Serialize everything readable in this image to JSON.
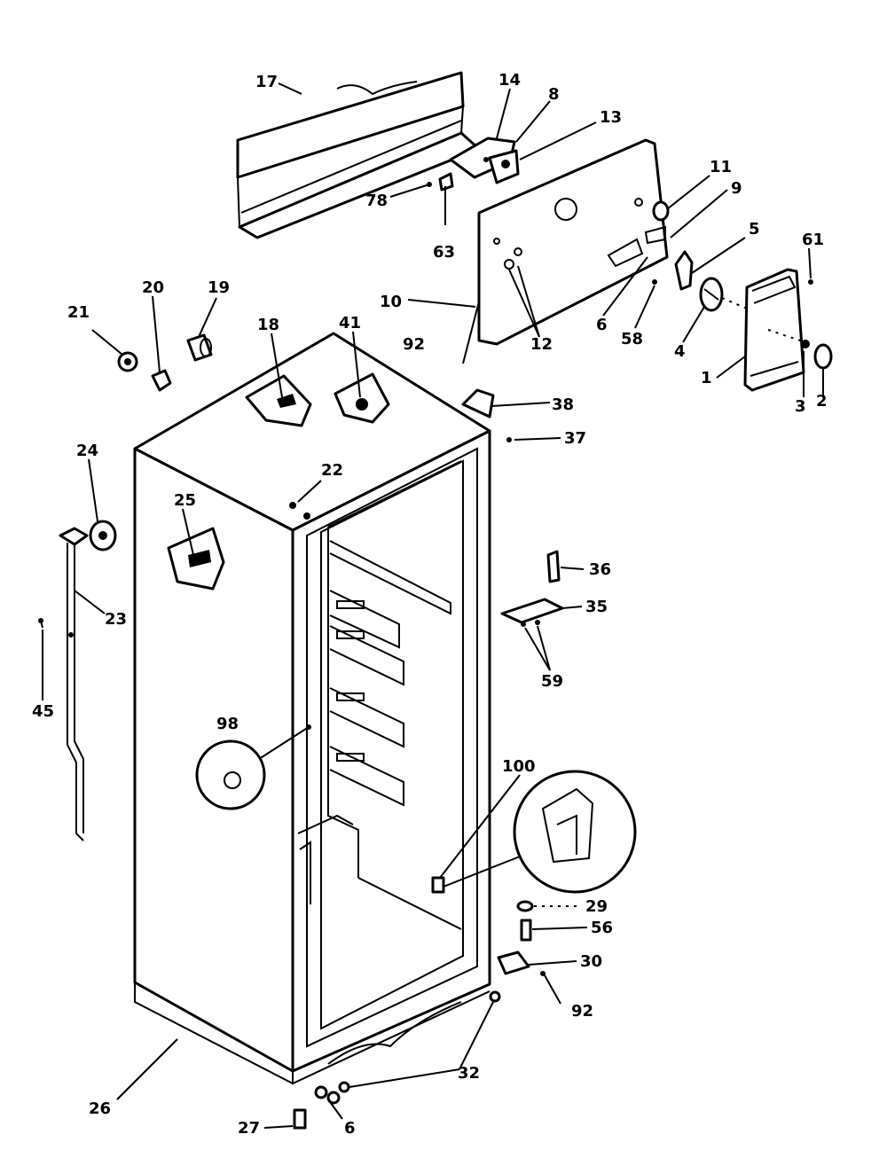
{
  "callouts": {
    "c1": "1",
    "c2": "2",
    "c3": "3",
    "c4": "4",
    "c5": "5",
    "c6a": "6",
    "c6b": "6",
    "c8": "8",
    "c9": "9",
    "c10": "10",
    "c11": "11",
    "c12": "12",
    "c13": "13",
    "c14": "14",
    "c17": "17",
    "c18": "18",
    "c19": "19",
    "c20": "20",
    "c21": "21",
    "c22": "22",
    "c23": "23",
    "c24": "24",
    "c25": "25",
    "c26": "26",
    "c27": "27",
    "c29": "29",
    "c30": "30",
    "c32": "32",
    "c35": "35",
    "c36": "36",
    "c37": "37",
    "c38": "38",
    "c41": "41",
    "c45": "45",
    "c56": "56",
    "c58": "58",
    "c59": "59",
    "c61": "61",
    "c63": "63",
    "c78": "78",
    "c92a": "92",
    "c92b": "92",
    "c98": "98",
    "c100": "100"
  }
}
